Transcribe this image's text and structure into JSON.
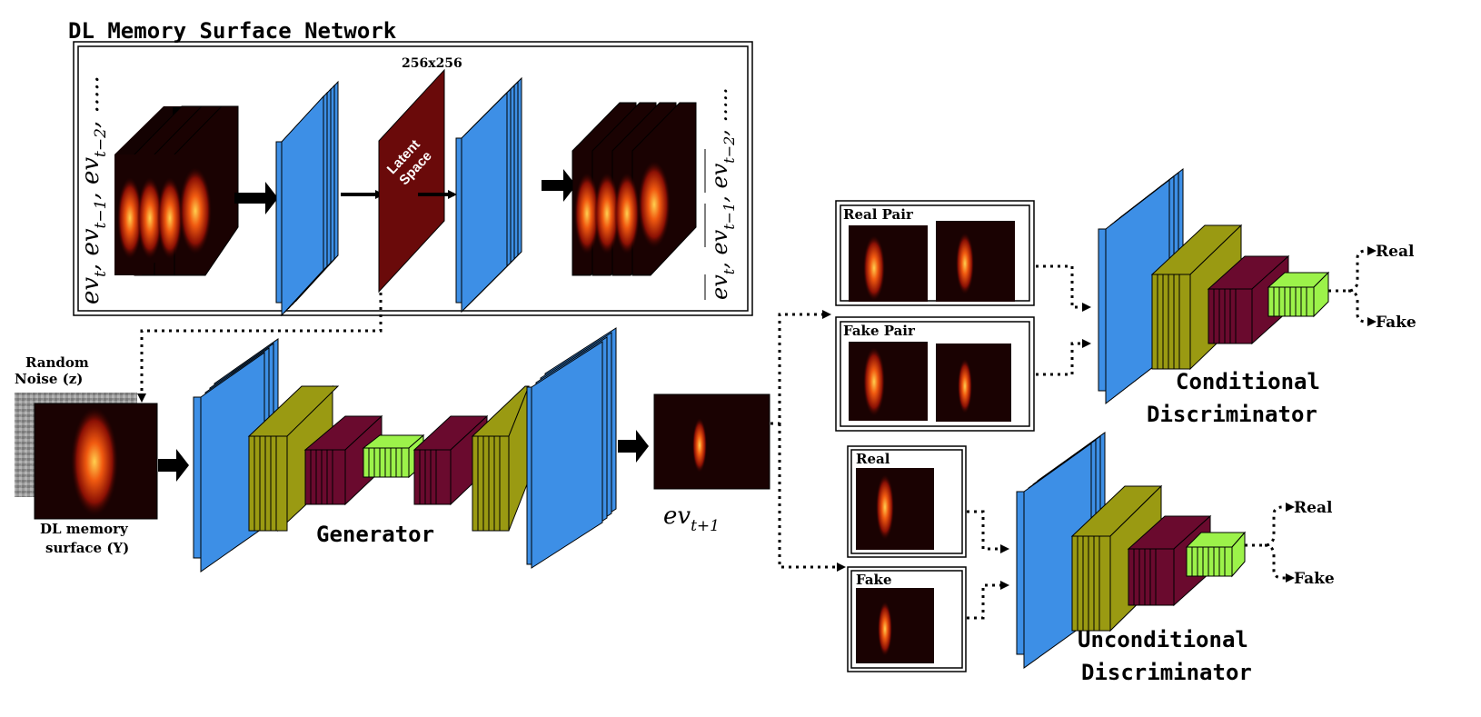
{
  "memory_network": {
    "title": "DL Memory Surface Network",
    "size_label": "256x256",
    "latent_label_line1": "Latent",
    "latent_label_line2": "Space",
    "input_sequence": {
      "base": "ev",
      "t0": "t",
      "t1": "t−1",
      "t2": "t−2",
      "ellipsis": "....."
    },
    "output_sequence": {
      "base": "ev",
      "t0": "t",
      "t1": "t−1",
      "t2": "t−2",
      "ellipsis": "....."
    }
  },
  "generator": {
    "label": "Generator",
    "noise_label_line1": "Random",
    "noise_label_line2": "Noise (z)",
    "surface_label_line1": "DL memory",
    "surface_label_line2": "surface (Y)",
    "output_base": "ev",
    "output_sub": "t+1"
  },
  "conditional_discriminator": {
    "label_line1": "Conditional",
    "label_line2": "Discriminator",
    "real_pair_label": "Real Pair",
    "fake_pair_label": "Fake Pair",
    "out_real": "Real",
    "out_fake": "Fake"
  },
  "unconditional_discriminator": {
    "label_line1": "Unconditional",
    "label_line2": "Discriminator",
    "real_label": "Real",
    "fake_label": "Fake",
    "out_real": "Real",
    "out_fake": "Fake"
  },
  "colors": {
    "conv_blue": "#3d8fe6",
    "conv_olive": "#9a9a12",
    "conv_maroon": "#6a0a2e",
    "conv_green": "#9cf24a",
    "latent": "#6a0a0a",
    "feature_bg": "#1a0202"
  }
}
